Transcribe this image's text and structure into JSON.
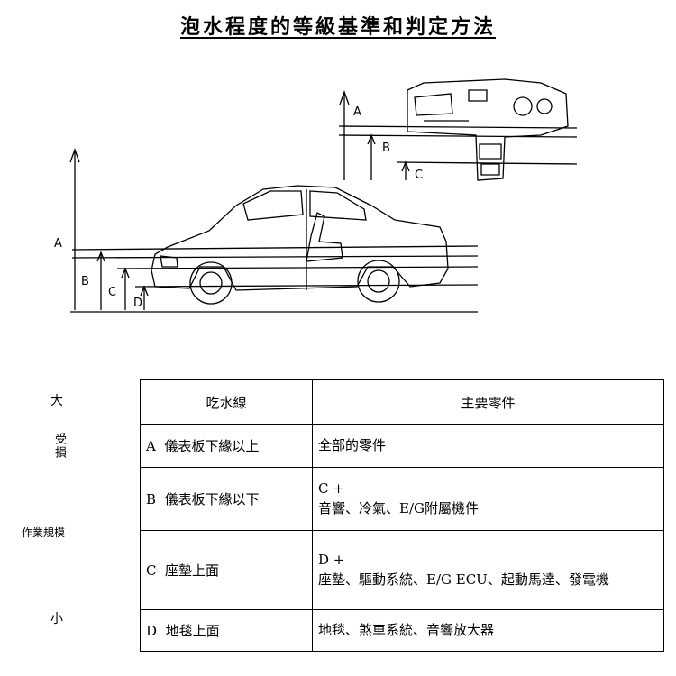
{
  "title": "泡水程度的等級基準和判定方法",
  "diagram_labels": {
    "a": "A",
    "b": "B",
    "c": "C",
    "d": "D"
  },
  "scale": {
    "top": "大",
    "damage": "受損",
    "workload": "作業規模",
    "bottom": "小"
  },
  "table": {
    "headers": {
      "waterline": "吃水線",
      "parts": "主要零件"
    },
    "rows": [
      {
        "letter": "A",
        "waterline": "儀表板下緣以上",
        "parts_prefix": "",
        "parts": "全部的零件"
      },
      {
        "letter": "B",
        "waterline": "儀表板下緣以下",
        "parts_prefix": "C +",
        "parts": "音響、冷氣、E/G附屬機件"
      },
      {
        "letter": "C",
        "waterline": "座墊上面",
        "parts_prefix": "D +",
        "parts": "座墊、驅動系統、E/G ECU、起動馬達、發電機"
      },
      {
        "letter": "D",
        "waterline": "地毯上面",
        "parts_prefix": "",
        "parts": "地毯、煞車系統、音響放大器"
      }
    ]
  }
}
